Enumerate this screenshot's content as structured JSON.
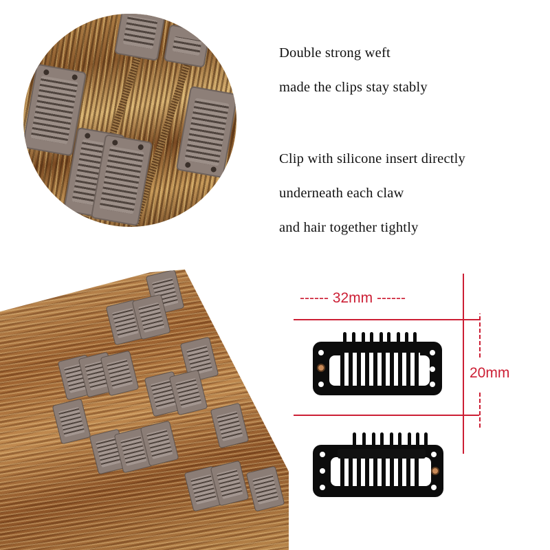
{
  "features": {
    "weft": {
      "line1": "Double strong weft",
      "line2": "made the clips stay stably"
    },
    "silicone": {
      "line1": "Clip with silicone insert directly",
      "line2": "underneath each claw",
      "line3": "and hair together tightly"
    }
  },
  "dimensions": {
    "width_label": "------ 32mm ------",
    "height_label": "20mm",
    "accent_color": "#cc1e34"
  },
  "images": {
    "circle_photo": "close-up of hair weft with clips",
    "hair_photo": "clip-in hair extension pieces",
    "clip_front": "black snap clip front view",
    "clip_back": "black snap clip back view"
  }
}
